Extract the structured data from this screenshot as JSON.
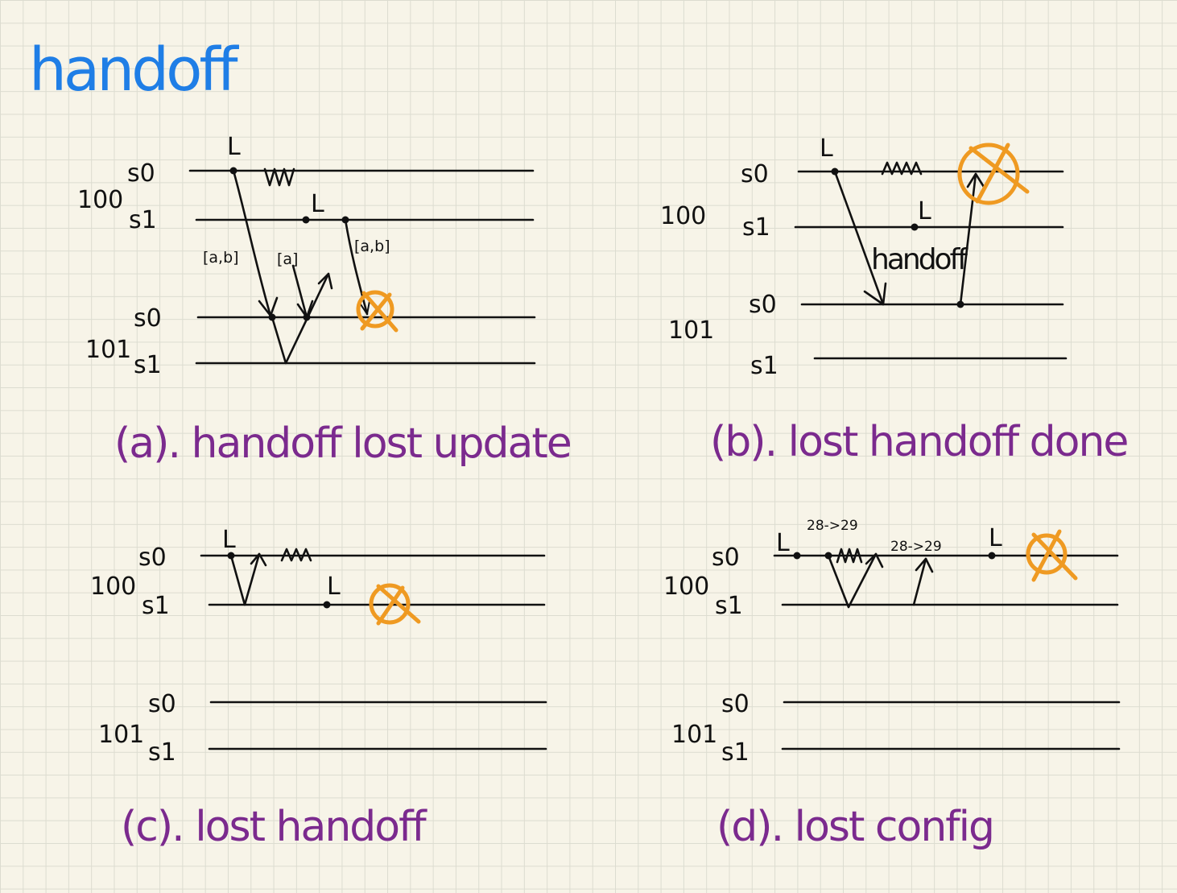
{
  "title": "handoff",
  "panels": {
    "a": {
      "caption": "(a). handoff lost update",
      "group_top": "100",
      "group_bottom": "101",
      "rows": [
        "s0",
        "s1",
        "s0",
        "s1"
      ],
      "leader_marks": [
        "L",
        "L"
      ],
      "msg_labels": [
        "[a,b]",
        "[a]",
        "[a,b]"
      ]
    },
    "b": {
      "caption": "(b). lost handoff done",
      "group_top": "100",
      "group_bottom": "101",
      "rows": [
        "s0",
        "s1",
        "s0",
        "s1"
      ],
      "leader_marks": [
        "L",
        "L"
      ],
      "msg_label": "handoff"
    },
    "c": {
      "caption": "(c). lost handoff",
      "group_top": "100",
      "group_bottom": "101",
      "rows": [
        "s0",
        "s1",
        "s0",
        "s1"
      ],
      "leader_marks": [
        "L",
        "L"
      ]
    },
    "d": {
      "caption": "(d). lost config",
      "group_top": "100",
      "group_bottom": "101",
      "rows": [
        "s0",
        "s1",
        "s0",
        "s1"
      ],
      "leader_marks": [
        "L",
        "L"
      ],
      "config_labels": [
        "28->29",
        "28->29"
      ]
    }
  },
  "colors": {
    "title": "#1f7ee6",
    "caption": "#7b2a8e",
    "crash": "#ef9a22",
    "ink": "#111111",
    "paper": "#f7f4e8"
  }
}
